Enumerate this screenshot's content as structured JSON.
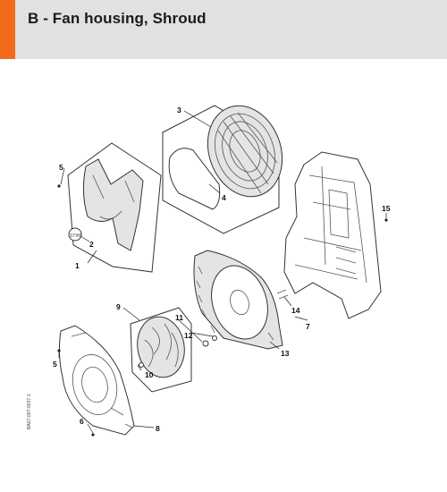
{
  "header": {
    "title": "B - Fan housing, Shroud"
  },
  "diagram": {
    "callouts": [
      {
        "id": "c1",
        "label": "1"
      },
      {
        "id": "c2",
        "label": "2"
      },
      {
        "id": "c3",
        "label": "3"
      },
      {
        "id": "c4",
        "label": "4"
      },
      {
        "id": "c5a",
        "label": "5"
      },
      {
        "id": "c5b",
        "label": "5"
      },
      {
        "id": "c6",
        "label": "6"
      },
      {
        "id": "c7",
        "label": "7"
      },
      {
        "id": "c8",
        "label": "8"
      },
      {
        "id": "c9",
        "label": "9"
      },
      {
        "id": "c10",
        "label": "10"
      },
      {
        "id": "c11",
        "label": "11"
      },
      {
        "id": "c12",
        "label": "12"
      },
      {
        "id": "c13",
        "label": "13"
      },
      {
        "id": "c14",
        "label": "14"
      },
      {
        "id": "c15",
        "label": "15"
      }
    ],
    "drawing_code": "BA07-00T-0037-1",
    "colors": {
      "accent": "#f26b1d",
      "header_bg": "#e1e1e1"
    }
  }
}
